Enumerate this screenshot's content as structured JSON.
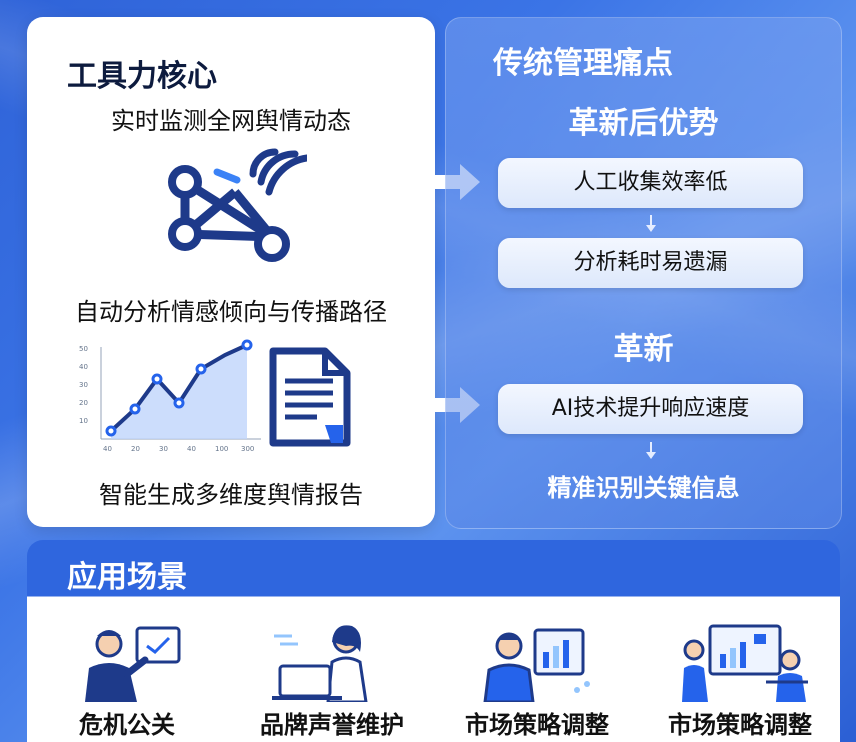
{
  "core": {
    "title": "工具力核心",
    "feature1": "实时监测全网舆情动态",
    "feature2": "自动分析情感倾向与传播路径",
    "feature3": "智能生成多维度舆情报告",
    "chart_ticks_y": [
      "50",
      "40",
      "30",
      "20",
      "10"
    ],
    "chart_ticks_x": [
      "40",
      "20",
      "30",
      "40",
      "100",
      "300"
    ]
  },
  "pain": {
    "title": "传统管理痛点",
    "subtitle": "革新后优势",
    "item1": "人工收集效率低",
    "item2": "分析耗时易遗漏",
    "section2": "革新",
    "item3": "AI技术提升响应速度",
    "item4": "精准识别关键信息"
  },
  "scenes": {
    "title": "应用场景",
    "items": [
      {
        "label": "危机公关"
      },
      {
        "label": "品牌声誉维护"
      },
      {
        "label": "市场策略调整"
      },
      {
        "label": "市场策略调整"
      }
    ]
  },
  "colors": {
    "navy": "#1e3a8a",
    "accent": "#2f66de",
    "icon_blue": "#2563eb"
  }
}
